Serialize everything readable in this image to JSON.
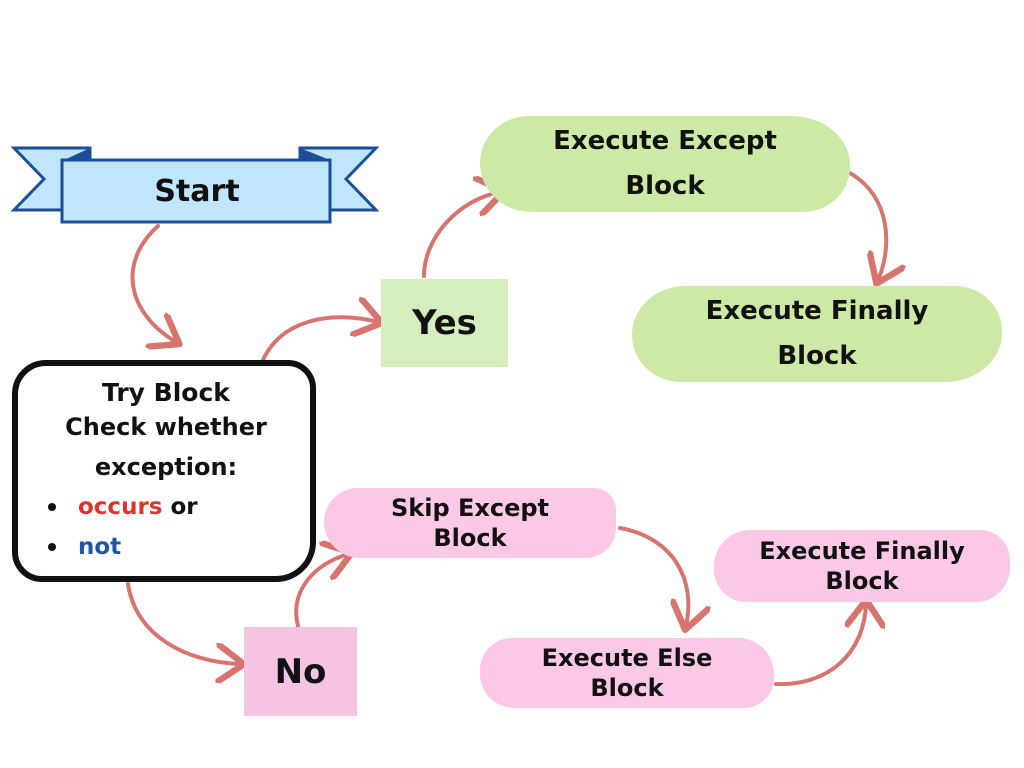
{
  "colors": {
    "arrow": "#d87470",
    "start_fill": "#bfe6fb",
    "start_stroke": "#1c4f9a",
    "green": "#cde9a6",
    "pink": "#fbc8e6",
    "occurs": "#e0332c",
    "not": "#1f57a8"
  },
  "start": {
    "label": "Start"
  },
  "try_block": {
    "title": "Try Block",
    "line1": "Check whether",
    "line2": "exception:",
    "item1_word": "occurs",
    "item1_suffix": " or",
    "item2_word": "not"
  },
  "yes": {
    "label": "Yes"
  },
  "no": {
    "label": "No"
  },
  "except_block": {
    "line1": "Execute Except",
    "line2": "Block"
  },
  "finally_yes": {
    "line1": "Execute Finally",
    "line2": "Block"
  },
  "skip_except": {
    "line1": "Skip Except",
    "line2": "Block"
  },
  "else_block": {
    "line1": "Execute Else",
    "line2": "Block"
  },
  "finally_no": {
    "line1": "Execute Finally",
    "line2": "Block"
  }
}
